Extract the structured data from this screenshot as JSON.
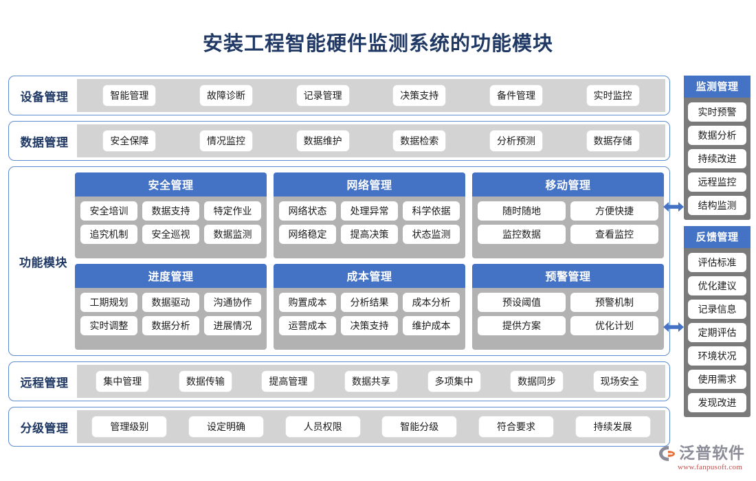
{
  "title": "安装工程智能硬件监测系统的功能模块",
  "colors": {
    "title": "#1F3864",
    "accent_blue": "#4472C4",
    "border_blue": "#5B8BD0",
    "band_strip_gray": "#d3d3d3",
    "module_body_gray": "#b2b2b2",
    "side_panel_gray": "#7a7a7a",
    "logo_url_red": "#C0504D"
  },
  "bands_top": [
    {
      "label": "设备管理",
      "chips": [
        "智能管理",
        "故障诊断",
        "记录管理",
        "决策支持",
        "备件管理",
        "实时监控"
      ]
    },
    {
      "label": "数据管理",
      "chips": [
        "安全保障",
        "情况监控",
        "数据维护",
        "数据检索",
        "分析预测",
        "数据存储"
      ]
    }
  ],
  "function_modules": {
    "label": "功能模块",
    "modules": [
      {
        "title": "安全管理",
        "rows": [
          [
            "安全培训",
            "数据支持",
            "特定作业"
          ],
          [
            "追究机制",
            "安全巡视",
            "数据监测"
          ]
        ]
      },
      {
        "title": "网络管理",
        "rows": [
          [
            "网络状态",
            "处理异常",
            "科学依据"
          ],
          [
            "网络稳定",
            "提高决策",
            "状态监测"
          ]
        ]
      },
      {
        "title": "移动管理",
        "rows": [
          [
            "随时随地",
            "方便快捷"
          ],
          [
            "监控数据",
            "查看监控"
          ]
        ]
      },
      {
        "title": "进度管理",
        "rows": [
          [
            "工期规划",
            "数据驱动",
            "沟通协作"
          ],
          [
            "实时调整",
            "数据分析",
            "进展情况"
          ]
        ]
      },
      {
        "title": "成本管理",
        "rows": [
          [
            "购置成本",
            "分析结果",
            "成本分析"
          ],
          [
            "运营成本",
            "决策支持",
            "维护成本"
          ]
        ]
      },
      {
        "title": "预警管理",
        "rows": [
          [
            "预设阈值",
            "预警机制"
          ],
          [
            "提供方案",
            "优化计划"
          ]
        ]
      }
    ]
  },
  "bands_bottom": [
    {
      "label": "远程管理",
      "chips": [
        "集中管理",
        "数据传输",
        "提高管理",
        "数据共享",
        "多项集中",
        "数据同步",
        "现场安全"
      ]
    },
    {
      "label": "分级管理",
      "chips": [
        "管理级别",
        "设定明确",
        "人员权限",
        "智能分级",
        "符合要求",
        "持续发展"
      ]
    }
  ],
  "side_panels": [
    {
      "title": "监测管理",
      "items": [
        "实时预警",
        "数据分析",
        "持续改进",
        "远程监控",
        "结构监测"
      ]
    },
    {
      "title": "反馈管理",
      "items": [
        "评估标准",
        "优化建议",
        "记录信息",
        "定期评估",
        "环境状况",
        "使用需求",
        "发现改进"
      ]
    }
  ],
  "connectors": [
    {
      "name": "arrow-to-monitoring",
      "glyph": "double-headed-horizontal-arrow"
    },
    {
      "name": "arrow-to-feedback",
      "glyph": "double-headed-horizontal-arrow"
    }
  ],
  "logo": {
    "brand": "泛普软件",
    "url": "www.fanpusoft.com"
  }
}
